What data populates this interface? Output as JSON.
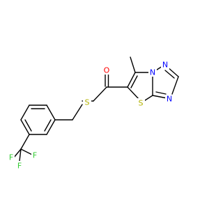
{
  "colors": {
    "bond": "#000000",
    "O": "#ff0000",
    "N": "#0000ff",
    "S": "#b2b200",
    "F": "#33cc33",
    "C": "#000000"
  },
  "atoms": {
    "O": "O",
    "N1": "N",
    "N2": "N",
    "N3": "N",
    "S1": "S",
    "S2": "S",
    "F1": "F",
    "F2": "F",
    "F3": "F"
  }
}
